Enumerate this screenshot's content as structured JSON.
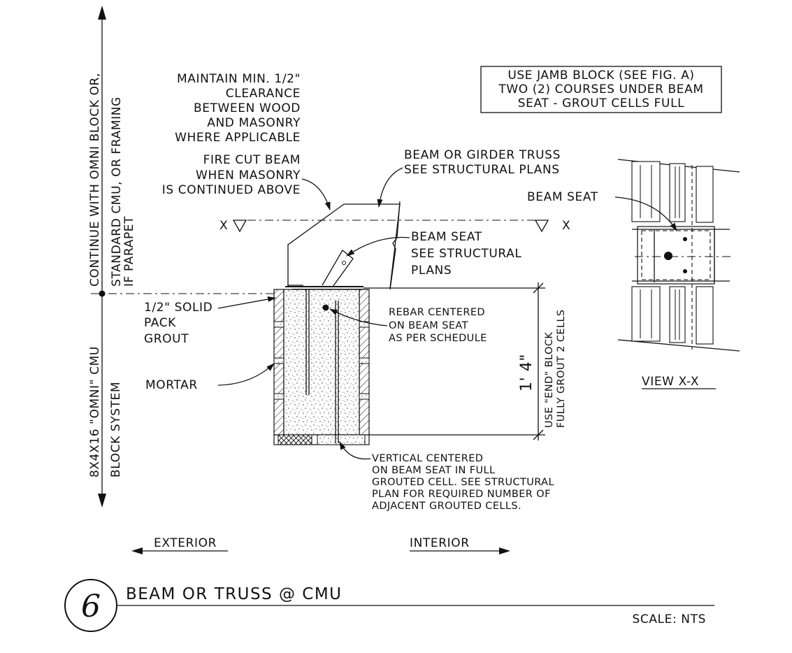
{
  "left_arrow_text": {
    "upper_lines": [
      "CONTINUE WITH OMNI BLOCK OR,",
      "STANDARD CMU, OR FRAMING",
      "IF PARAPET"
    ],
    "lower_lines": [
      "8X4X16 \"OMNI\" CMU",
      "BLOCK SYSTEM"
    ]
  },
  "notes": {
    "clearance": [
      "MAINTAIN MIN. 1/2\"",
      "CLEARANCE",
      "BETWEEN WOOD",
      "AND MASONRY",
      "WHERE APPLICABLE"
    ],
    "fire_cut": [
      "FIRE CUT BEAM",
      "WHEN MASONRY",
      "IS CONTINUED ABOVE"
    ],
    "jamb_box": [
      "USE JAMB BLOCK (SEE FIG. A)",
      "TWO (2) COURSES UNDER BEAM",
      "SEAT - GROUT CELLS FULL"
    ],
    "beam_girder": [
      "BEAM OR GIRDER TRUSS",
      "SEE STRUCTURAL PLANS"
    ],
    "beam_seat_view": "BEAM SEAT",
    "beam_seat_plans": [
      "BEAM SEAT",
      "SEE STRUCTURAL",
      "PLANS"
    ],
    "solid_pack": [
      "1/2\" SOLID",
      "PACK",
      "GROUT"
    ],
    "rebar": [
      "REBAR CENTERED",
      "ON BEAM SEAT",
      "AS PER SCHEDULE"
    ],
    "mortar": "MORTAR",
    "vertical": [
      "VERTICAL CENTERED",
      "ON BEAM SEAT IN FULL",
      "GROUTED CELL. SEE STRUCTURAL",
      "PLAN FOR REQUIRED NUMBER OF",
      "ADJACENT GROUTED CELLS."
    ],
    "end_block": [
      "USE \"END\" BLOCK",
      "FULLY GROUT 2 CELLS"
    ]
  },
  "dimension": "1' 4\"",
  "section_mark": "X",
  "view_label": "VIEW X-X",
  "directions": {
    "exterior": "EXTERIOR",
    "interior": "INTERIOR"
  },
  "title_block": {
    "number": "6",
    "title": "BEAM OR TRUSS @ CMU",
    "scale": "SCALE: NTS"
  }
}
